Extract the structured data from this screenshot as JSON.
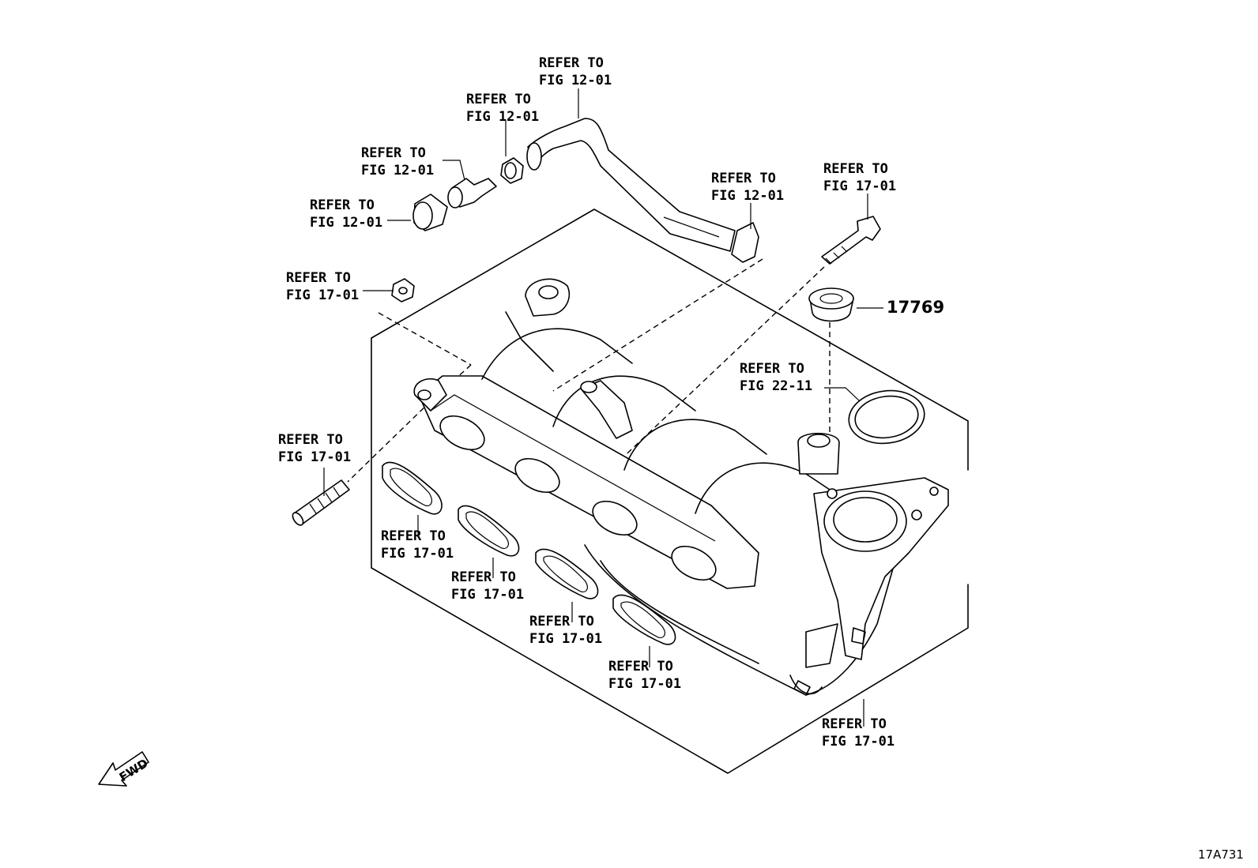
{
  "callouts": [
    {
      "id": "c1",
      "line1": "REFER TO",
      "line2": "FIG 12-01"
    },
    {
      "id": "c2",
      "line1": "REFER TO",
      "line2": "FIG 12-01"
    },
    {
      "id": "c3",
      "line1": "REFER TO",
      "line2": "FIG 12-01"
    },
    {
      "id": "c4",
      "line1": "REFER TO",
      "line2": "FIG 12-01"
    },
    {
      "id": "c5",
      "line1": "REFER TO",
      "line2": "FIG 12-01"
    },
    {
      "id": "c6",
      "line1": "REFER TO",
      "line2": "FIG 17-01"
    },
    {
      "id": "c7",
      "line1": "REFER TO",
      "line2": "FIG 17-01"
    },
    {
      "id": "c8",
      "line1": "REFER TO",
      "line2": "FIG 22-11"
    },
    {
      "id": "c9",
      "line1": "REFER TO",
      "line2": "FIG 17-01"
    },
    {
      "id": "c10",
      "line1": "REFER TO",
      "line2": "FIG 17-01"
    },
    {
      "id": "c11",
      "line1": "REFER TO",
      "line2": "FIG 17-01"
    },
    {
      "id": "c12",
      "line1": "REFER TO",
      "line2": "FIG 17-01"
    },
    {
      "id": "c13",
      "line1": "REFER TO",
      "line2": "FIG 17-01"
    },
    {
      "id": "c14",
      "line1": "REFER TO",
      "line2": "FIG 17-01"
    }
  ],
  "part_number": "17769",
  "fwd_label": "FWD",
  "figure_code": "17A731"
}
